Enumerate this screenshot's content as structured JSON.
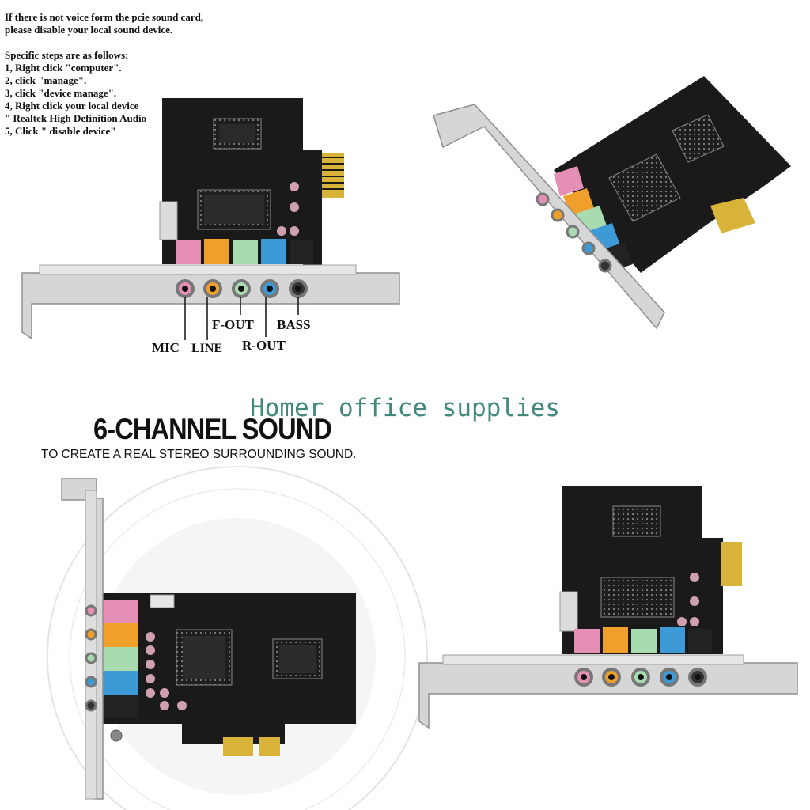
{
  "instructions": {
    "line1": "If there is not voice form the pcie sound card,",
    "line2": "please disable your local sound device.",
    "line3": "Specific steps are as follows:",
    "line4": "1, Right click \"computer\".",
    "line5": "2, click \"manage\".",
    "line6": "3, click \"device manage\".",
    "line7": "4, Right click your local device",
    "line8": "\" Realtek High Definition Audio",
    "line9": "5, Click \" disable device\""
  },
  "port_labels": {
    "mic": "MIC",
    "line": "LINE",
    "f_out": "F-OUT",
    "r_out": "R-OUT",
    "bass": "BASS"
  },
  "watermark": "Homer office supplies",
  "headline": "6-CHANNEL SOUND",
  "tagline": "TO CREATE A REAL STEREO SURROUNDING SOUND.",
  "colors": {
    "pcb": "#1a1a1a",
    "gold": "#d9b23a",
    "bracket": "#d6d6d6",
    "pink": "#e58fb4",
    "orange": "#f0a02a",
    "green": "#a8dcb0",
    "blue": "#3e9ad6",
    "black": "#222222",
    "watermark": "#1f7566"
  },
  "icons": [
    "card-illustration",
    "circle-decoration-icon"
  ]
}
